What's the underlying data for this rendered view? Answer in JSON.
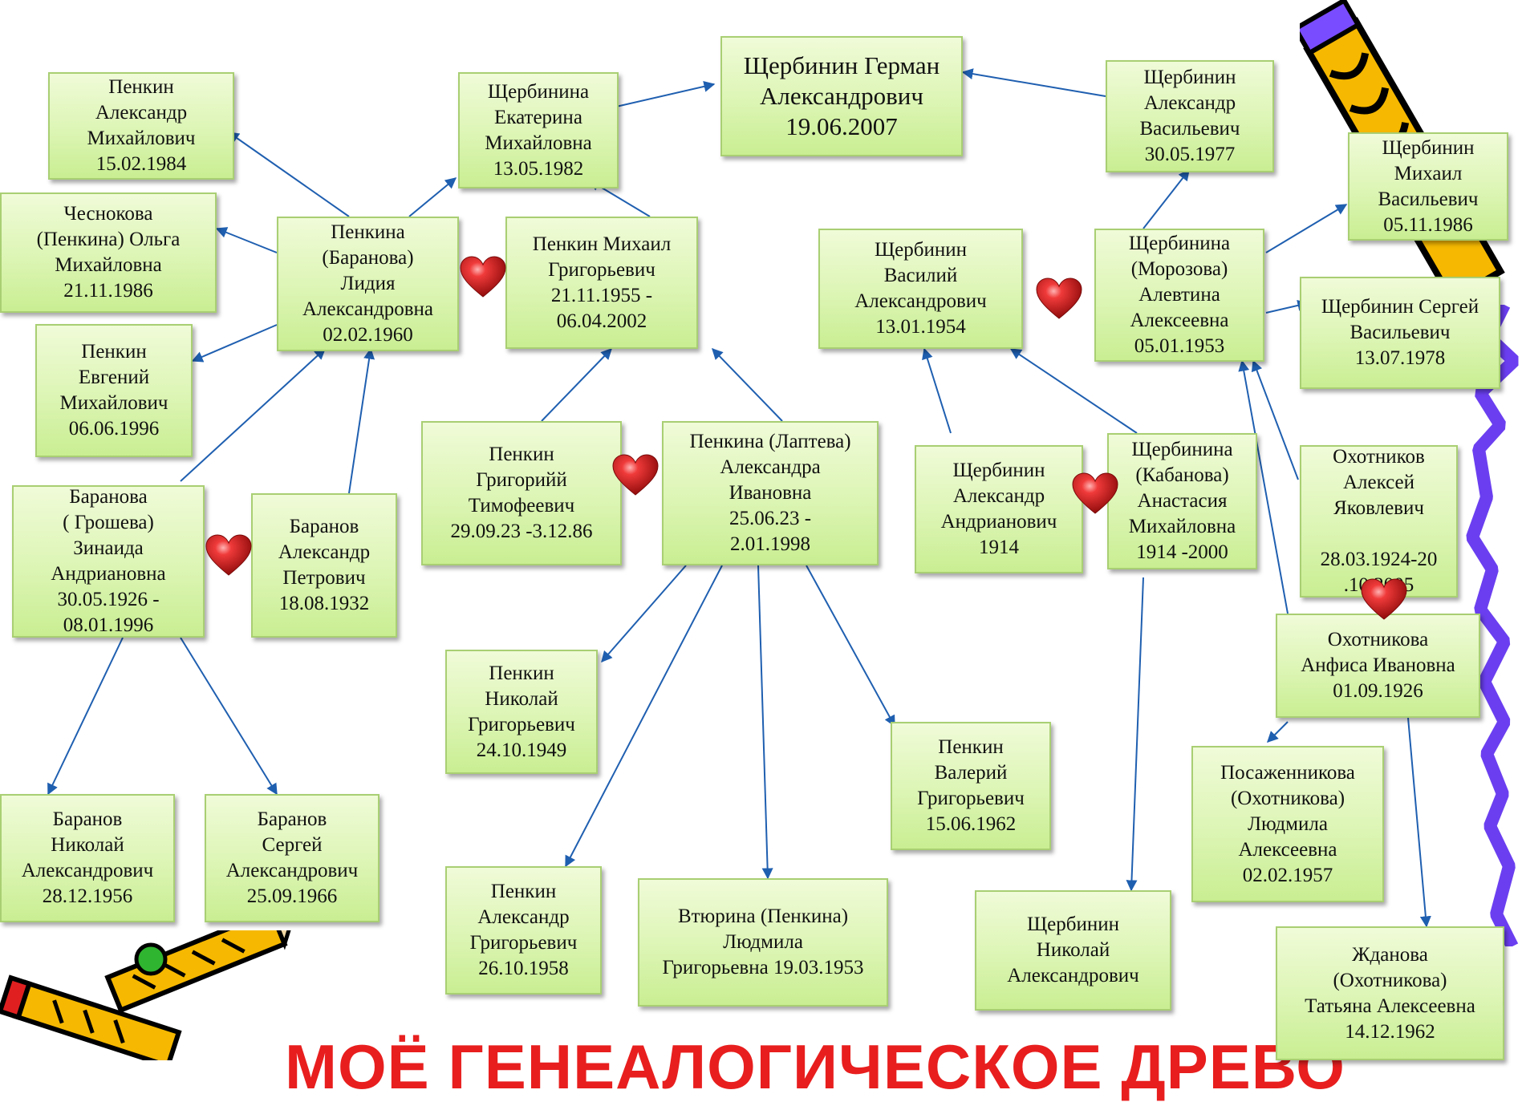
{
  "title": "МОЁ ГЕНЕАЛОГИЧЕСКОЕ ДРЕВО",
  "nodes": {
    "german": "Щербинин Герман\nАлександрович\n19.06.2007",
    "ekaterina": "Щербинина\nЕкатерина\nМихайловна\n13.05.1982",
    "aleksandr_v": "Щербинин\nАлександр\nВасильевич\n30.05.1977",
    "penkin_alex_m": "Пенкин\nАлександр\nМихайлович\n15.02.1984",
    "chesnokova": "Чеснокова\n(Пенкина) Ольга\nМихайловна\n21.11.1986",
    "lidia": "Пенкина\n(Баранова)\nЛидия\nАлександровна\n02.02.1960",
    "mikhail_g": "Пенкин Михаил\nГригорьевич\n21.11.1955  -\n06.04.2002",
    "evgeniy": "Пенкин\nЕвгений\nМихайлович\n06.06.1996",
    "vasiliy": "Щербинин\nВасилий\nАлександрович\n13.01.1954",
    "alevtina": "Щербинина\n(Морозова)\nАлевтина\nАлексеевна\n05.01.1953",
    "mikhail_v": "Щербинин\nМихаил\nВасильевич\n05.11.1986",
    "sergey_v": "Щербинин Сергей\nВасильевич\n13.07.1978",
    "zinaida": "Баранова\n( Грошева)\nЗинаида\nАндриановна\n30.05.1926 -\n08.01.1996",
    "baranov_ap": "Баранов\nАлександр\nПетрович\n18.08.1932",
    "grigoriy": "Пенкин\nГригорийй\nТимофеевич\n29.09.23 -3.12.86",
    "alexandra": "Пенкина (Лаптева)\nАлександра\nИвановна\n25.06.23  -\n2.01.1998",
    "aleksandr_a": "Щербинин\nАлександр\nАндрианович\n1914",
    "anastasia": "Щербинина\n(Кабанова)\nАнастасия\nМихайловна\n1914 -2000",
    "okhotnikov": "Охотников\nАлексей\nЯковлевич\n\n28.03.1924-20\n.10.2005",
    "anfisa": "Охотникова\nАнфиса Ивановна\n01.09.1926",
    "nikolay_g": "Пенкин\nНиколай\nГригорьевич\n24.10.1949",
    "valeriy": "Пенкин\nВалерий\nГригорьевич\n15.06.1962",
    "posazhennikova": "Посаженникова\n(Охотникова)\nЛюдмила\nАлексеевна\n02.02.1957",
    "nikolay_a": "Баранов\nНиколай\nАлександрович\n28.12.1956",
    "sergey_a": "Баранов\nСергей\nАлександрович\n25.09.1966",
    "aleksandr_g": "Пенкин\nАлександр\nГригорьевич\n26.10.1958",
    "vtyurina": "Втюрина (Пенкина)\nЛюдмила\nГригорьевна 19.03.1953",
    "nikolay_shch": "Щербинин\nНиколай\nАлександрович",
    "zhdanova": "Жданова\n(Охотникова)\nТатьяна Алексеевна\n14.12.1962"
  },
  "colors": {
    "box_fill": "#d9f4ad",
    "box_border": "#a9cf73",
    "arrow": "#1f5fb0",
    "heart": "#d8141c",
    "title": "#e81e1e",
    "squiggle": "#6b3ff0"
  }
}
